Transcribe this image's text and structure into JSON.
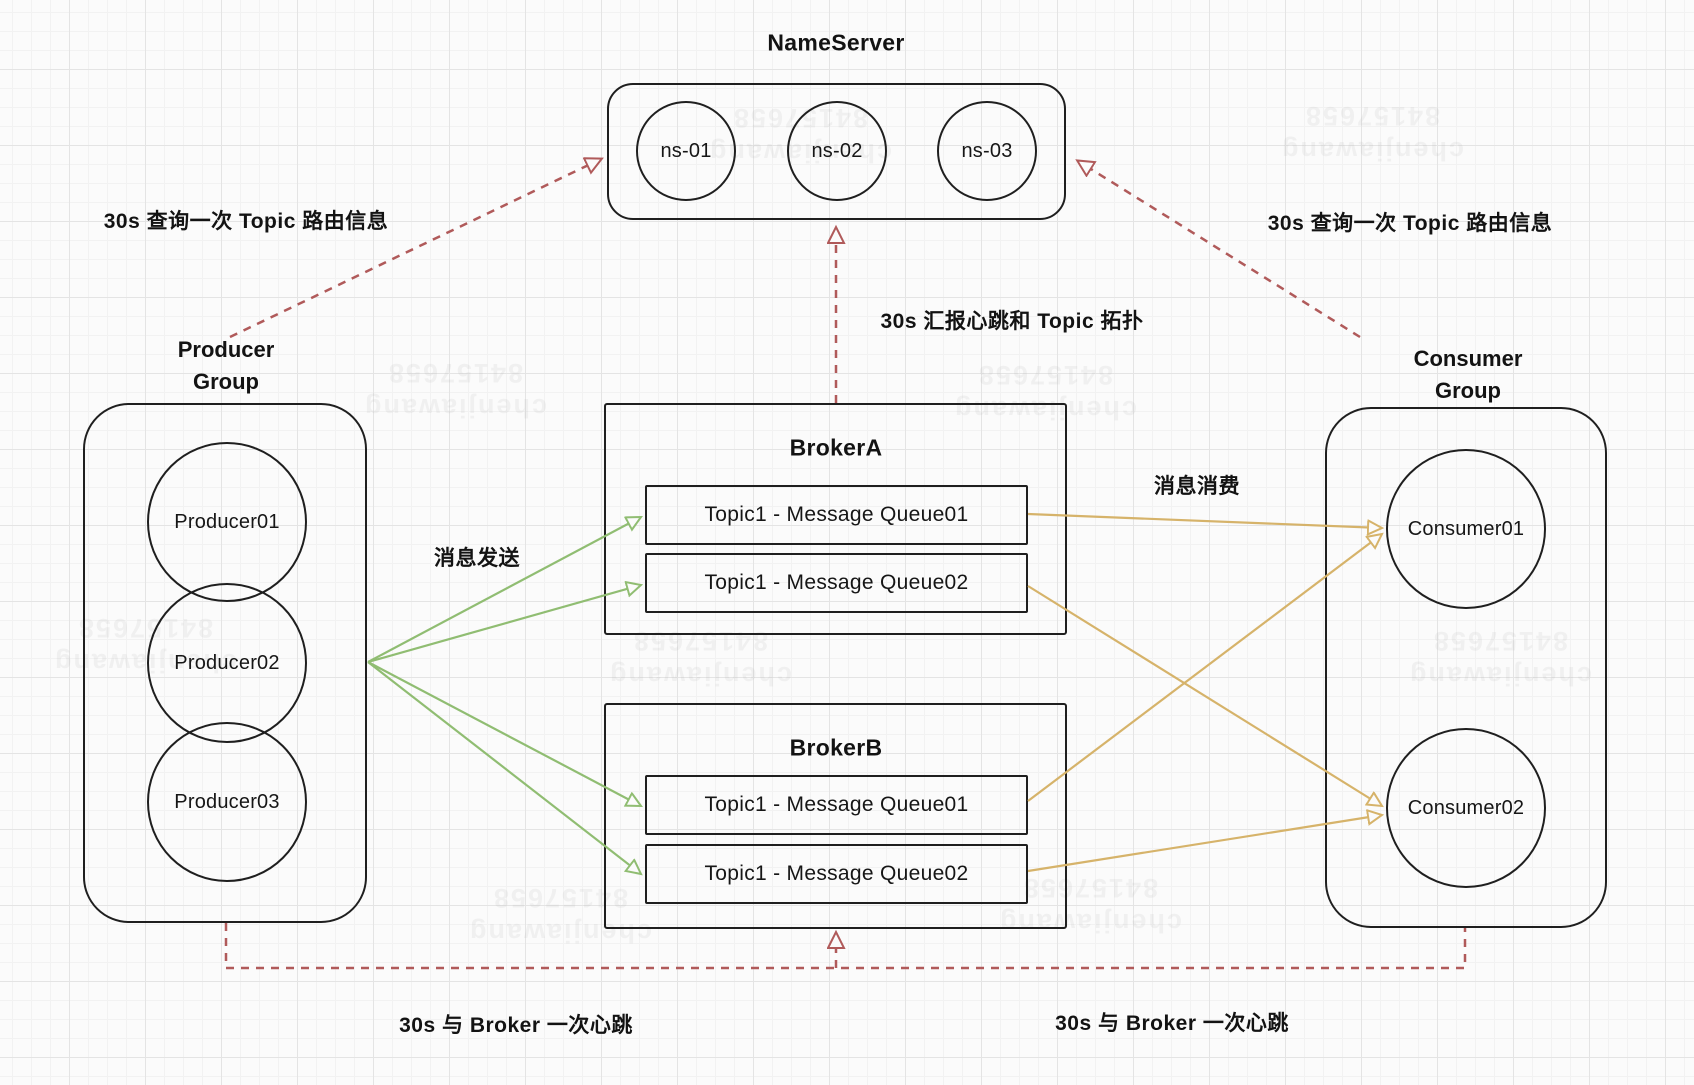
{
  "nameserver": {
    "title": "NameServer",
    "nodes": [
      "ns-01",
      "ns-02",
      "ns-03"
    ]
  },
  "producer_group": {
    "title_lines": [
      "Producer",
      "Group"
    ],
    "members": [
      "Producer01",
      "Producer02",
      "Producer03"
    ]
  },
  "consumer_group": {
    "title_lines": [
      "Consumer",
      "Group"
    ],
    "members": [
      "Consumer01",
      "Consumer02"
    ]
  },
  "brokers": [
    {
      "name": "BrokerA",
      "queues": [
        "Topic1 - Message Queue01",
        "Topic1 - Message Queue02"
      ]
    },
    {
      "name": "BrokerB",
      "queues": [
        "Topic1 - Message Queue01",
        "Topic1 - Message Queue02"
      ]
    }
  ],
  "labels": {
    "producer_route_query": "30s 查询一次 Topic 路由信息",
    "consumer_route_query": "30s 查询一次 Topic 路由信息",
    "broker_heartbeat_report": "30s 汇报心跳和 Topic 拓扑",
    "message_send": "消息发送",
    "message_consume": "消息消费",
    "producer_broker_heartbeat": "30s 与 Broker 一次心跳",
    "consumer_broker_heartbeat": "30s 与 Broker 一次心跳"
  },
  "edges": [
    {
      "from": "ProducerGroup",
      "to": "NameServer",
      "style": "dashed-red",
      "label": "30s 查询一次 Topic 路由信息"
    },
    {
      "from": "ConsumerGroup",
      "to": "NameServer",
      "style": "dashed-red",
      "label": "30s 查询一次 Topic 路由信息"
    },
    {
      "from": "BrokerA",
      "to": "NameServer",
      "style": "dashed-red",
      "label": "30s 汇报心跳和 Topic 拓扑"
    },
    {
      "from": "ProducerGroup",
      "to": "BrokerB",
      "style": "dashed-red",
      "label": "30s 与 Broker 一次心跳"
    },
    {
      "from": "ConsumerGroup",
      "to": "BrokerB",
      "style": "dashed-red",
      "label": "30s 与 Broker 一次心跳"
    },
    {
      "from": "ProducerGroup",
      "to": "BrokerA.Queue01",
      "style": "solid-green",
      "label": "消息发送"
    },
    {
      "from": "ProducerGroup",
      "to": "BrokerA.Queue02",
      "style": "solid-green",
      "label": "消息发送"
    },
    {
      "from": "ProducerGroup",
      "to": "BrokerB.Queue01",
      "style": "solid-green",
      "label": "消息发送"
    },
    {
      "from": "ProducerGroup",
      "to": "BrokerB.Queue02",
      "style": "solid-green",
      "label": "消息发送"
    },
    {
      "from": "BrokerA.Queue01",
      "to": "Consumer01",
      "style": "solid-yellow",
      "label": "消息消费"
    },
    {
      "from": "BrokerA.Queue02",
      "to": "Consumer02",
      "style": "solid-yellow",
      "label": "消息消费"
    },
    {
      "from": "BrokerB.Queue01",
      "to": "Consumer01",
      "style": "solid-yellow",
      "label": "消息消费"
    },
    {
      "from": "BrokerB.Queue02",
      "to": "Consumer02",
      "style": "solid-yellow",
      "label": "消息消费"
    }
  ],
  "colors": {
    "outline": "#1f1f1f",
    "send_arrow": "#90bd72",
    "consume_arrow": "#d6b36a",
    "heartbeat_arrow": "#b05a5a",
    "background": "#fbfbfb",
    "grid_minor": "#f2f2f2",
    "grid_major": "#e4e4e4"
  },
  "watermark": {
    "line1": "chenjiawang",
    "line2": "84157658"
  }
}
